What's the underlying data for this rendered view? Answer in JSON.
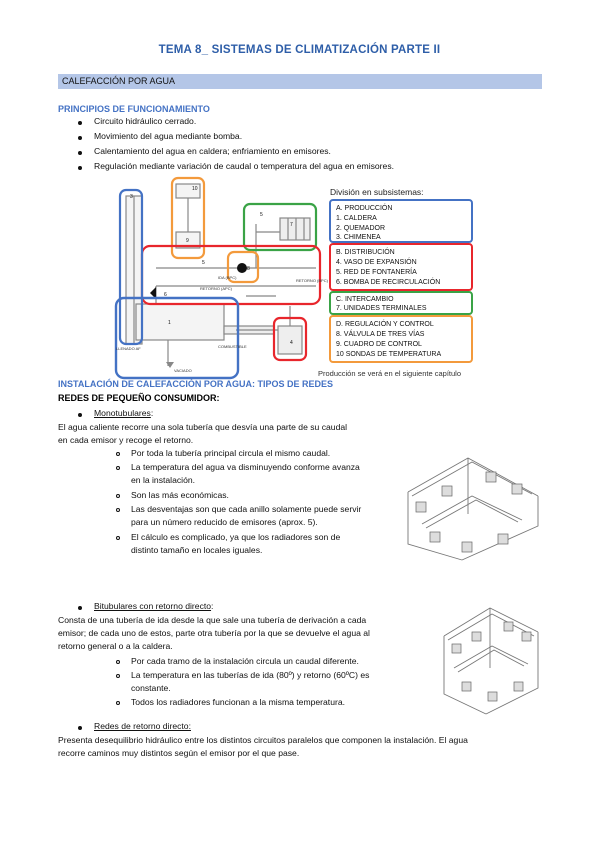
{
  "title": "TEMA 8_ SISTEMAS DE CLIMATIZACIÓN PARTE II",
  "section": "CALEFACCIÓN POR AGUA",
  "principles": {
    "heading": "PRINCIPIOS DE FUNCIONAMIENTO",
    "items": [
      "Circuito hidráulico cerrado.",
      "Movimiento del agua mediante bomba.",
      "Calentamiento del agua en caldera; enfriamiento en emisores.",
      "Regulación mediante variación de caudal o temperatura del agua en emisores."
    ]
  },
  "diagram": {
    "legend_title": "División en subsistemas:",
    "groups": [
      {
        "color": "#4472c4",
        "items": [
          "A. PRODUCCIÓN",
          "1. CALDERA",
          "2. QUEMADOR",
          "3. CHIMENEA"
        ]
      },
      {
        "color": "#e8262c",
        "items": [
          "B. DISTRIBUCIÓN",
          "4. VASO DE EXPANSIÓN",
          "5. RED DE FONTANERÍA",
          "6. BOMBA DE RECIRCULACIÓN"
        ]
      },
      {
        "color": "#3aa346",
        "items": [
          "C. INTERCAMBIO",
          "7. UNIDADES TERMINALES"
        ]
      },
      {
        "color": "#f39a3c",
        "items": [
          "D. REGULACIÓN Y CONTROL",
          "8. VÁLVULA DE TRES VÍAS",
          "9. CUADRO DE CONTROL",
          "10 SONDAS DE TEMPERATURA"
        ]
      }
    ],
    "caption": "Producción se verá en el siguiente capítulo",
    "labels": {
      "retorno_bpc": "RETORNO (BPC)",
      "ida_bpc": "IDA (BPC)",
      "retorno_apc": "RETORNO (APC)",
      "llenado": "LLENADO AF",
      "combustible": "COMBUSTIBLE",
      "vaciado": "VACIADO",
      "n1": "1",
      "n3": "3",
      "n4": "4",
      "n5": "5",
      "n6": "6",
      "n7": "7",
      "n8": "8",
      "n9": "9",
      "n10": "10",
      "n5b": "5"
    }
  },
  "installation": {
    "heading": "INSTALACIÓN DE CALEFACCIÓN POR AGUA: TIPOS DE REDES",
    "subheading": "REDES DE PEQUEÑO CONSUMIDOR:",
    "mono": {
      "title": "Monotubulares",
      "title_suffix": ":",
      "intro_1": "El agua caliente recorre una sola tubería que desvía una parte de su caudal",
      "intro_2": "en cada emisor y recoge el retorno.",
      "items": [
        [
          "Por toda la tubería principal circula el mismo caudal."
        ],
        [
          "La temperatura del agua va disminuyendo conforme avanza",
          "en la instalación."
        ],
        [
          "Son las más económicas."
        ],
        [
          "Las desventajas son que cada anillo solamente puede servir",
          "para un número reducido de emisores (aprox. 5)."
        ],
        [
          "El cálculo es complicado, ya que los radiadores son de",
          "distinto tamaño en locales iguales."
        ]
      ]
    },
    "bitub": {
      "title": "Bitubulares con retorno directo",
      "title_suffix": ":",
      "intro_1": "Consta de una tubería de ida desde la que sale una tubería de derivación a cada",
      "intro_2": "emisor; de cada uno de estos, parte otra tubería por la que se devuelve el agua al",
      "intro_3": "retorno general o a la caldera.",
      "items": [
        [
          "Por cada tramo de la instalación circula un caudal diferente."
        ],
        [
          "La temperatura en las tuberías de ida (80º) y retorno (60ºC) es",
          "constante."
        ],
        [
          "Todos los radiadores funcionan a la misma temperatura."
        ]
      ]
    },
    "direct": {
      "title": "Redes de retorno directo:",
      "text_1": "Presenta desequilibrio hidráulico entre los distintos circuitos paralelos que componen la instalación. El agua",
      "text_2": "recorre caminos muy distintos según el emisor por el que pase."
    }
  }
}
